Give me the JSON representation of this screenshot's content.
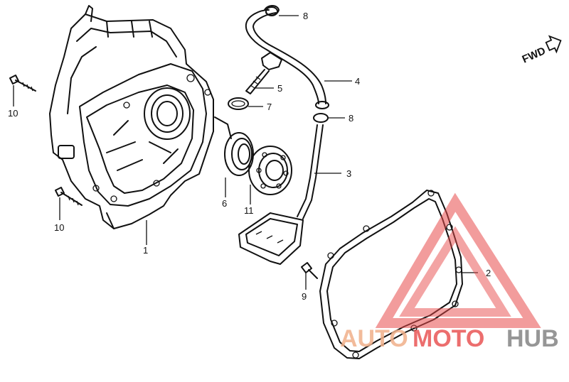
{
  "direction_marker": {
    "label": "FWD",
    "icon": "arrow-right-icon"
  },
  "callouts": [
    {
      "key": "part-1",
      "label": "1"
    },
    {
      "key": "part-2",
      "label": "2"
    },
    {
      "key": "part-3",
      "label": "3"
    },
    {
      "key": "part-4",
      "label": "4"
    },
    {
      "key": "part-5",
      "label": "5"
    },
    {
      "key": "part-6",
      "label": "6"
    },
    {
      "key": "part-7",
      "label": "7"
    },
    {
      "key": "part-8a",
      "label": "8"
    },
    {
      "key": "part-8b",
      "label": "8"
    },
    {
      "key": "part-9",
      "label": "9"
    },
    {
      "key": "part-10a",
      "label": "10"
    },
    {
      "key": "part-10b",
      "label": "10"
    },
    {
      "key": "part-11",
      "label": "11"
    }
  ],
  "watermark": {
    "text_part1": "AUTO",
    "text_part2": "MOTO",
    "text_part3": "HUB",
    "triangle_color": "#e84a4a",
    "text_color_1": "#f0b08a",
    "text_color_2": "#e84a4a",
    "text_color_3": "#8b8b8b"
  }
}
